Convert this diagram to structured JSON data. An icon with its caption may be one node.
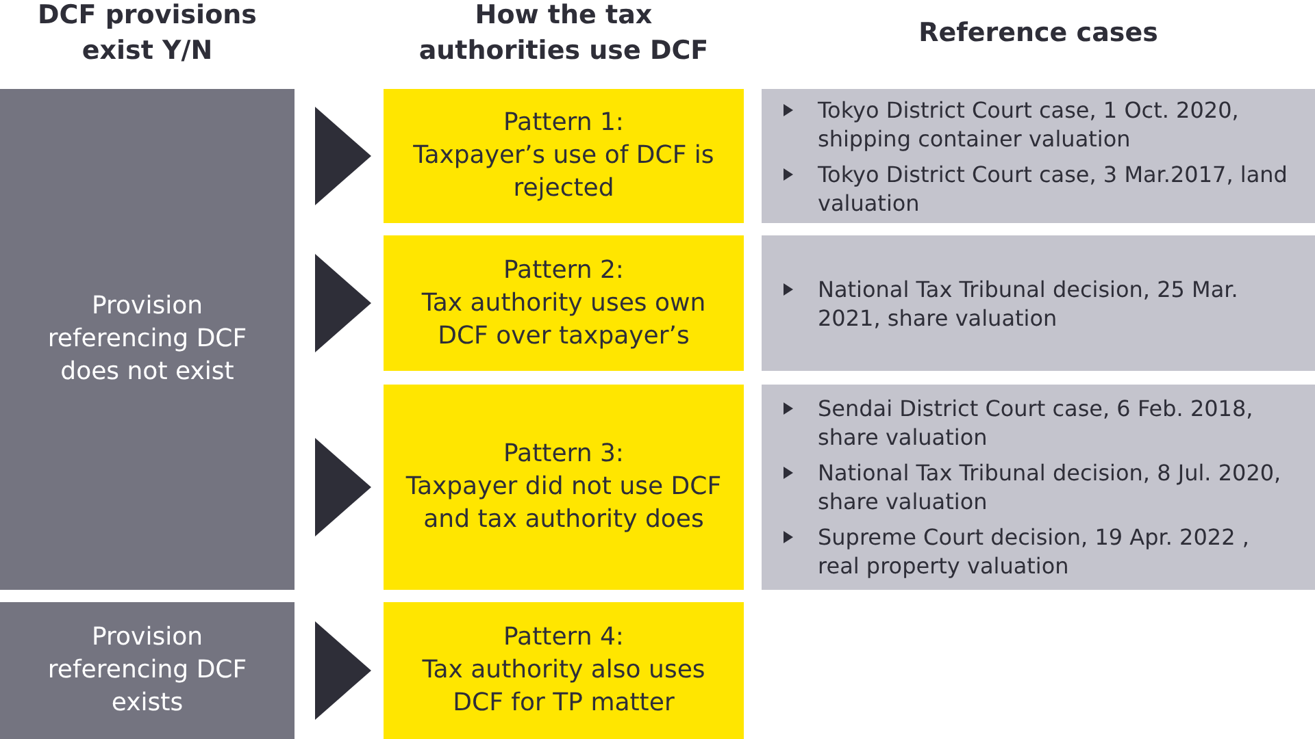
{
  "diagram": {
    "nodes": [
      {
        "text": [
          "Provision referencing DCF does not exist"
        ]
      },
      {
        "text": [
          "Pattern 1:",
          "Taxpayer’s use of DCF is rejected"
        ]
      },
      {
        "text": [
          "Tokyo District Court case, 1 Oct. 2020, shipping container valuation",
          "Tokyo District Court case, 3 Mar.2017, land valuation"
        ]
      },
      {
        "text": [
          "Pattern 2:",
          "Tax authority uses own DCF over taxpayer’s"
        ]
      },
      {
        "text": [
          "National Tax Tribunal decision, 25 Mar. 2021, share valuation"
        ]
      },
      {
        "text": [
          "Pattern 3:",
          "Taxpayer did not use DCF and tax authority does"
        ]
      },
      {
        "text": [
          "Sendai District Court case, 6 Feb. 2018, share valuation",
          "National Tax Tribunal decision, 8 Jul. 2020, share valuation",
          "Supreme Court decision, 19 Apr. 2022 , real property valuation"
        ]
      },
      {
        "text": [
          "Provision referencing DCF exists"
        ]
      },
      {
        "text": [
          "Pattern 4:",
          "Tax authority also uses DCF for TP matter"
        ]
      }
    ],
    "edges": [
      {
        "from": 0,
        "to": 1,
        "arrow": "to"
      },
      {
        "from": 0,
        "to": 3,
        "arrow": "to"
      },
      {
        "from": 0,
        "to": 5,
        "arrow": "to"
      },
      {
        "from": 7,
        "to": 8,
        "arrow": "to"
      }
    ],
    "labels": [
      "DCF provisions exist Y/N",
      "How the tax authorities use DCF",
      "Reference cases"
    ]
  }
}
